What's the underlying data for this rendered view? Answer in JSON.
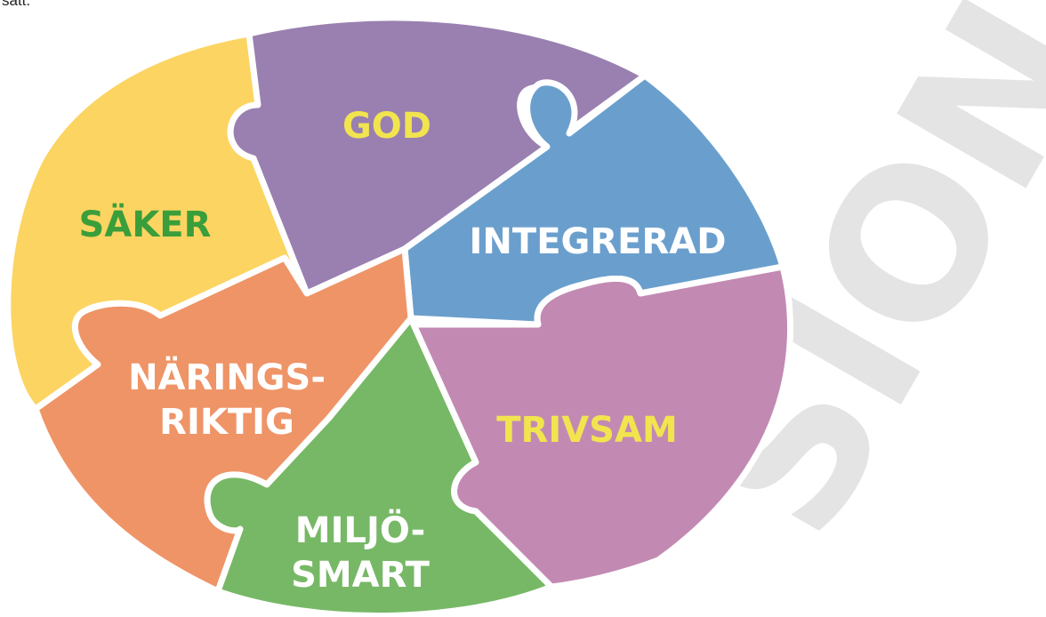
{
  "top_text": "sätt.",
  "watermark": "SION",
  "pieces": [
    {
      "id": "saker",
      "label": "SÄKER",
      "color": "#fcd462",
      "text_color": "#3a9e3a"
    },
    {
      "id": "god",
      "label": "GOD",
      "color": "#9a80b0",
      "text_color": "#f2e44f"
    },
    {
      "id": "integrerad",
      "label": "INTEGRERAD",
      "color": "#6a9fcd",
      "text_color": "#ffffff"
    },
    {
      "id": "naringsriktig",
      "label_line1": "NÄRINGS-",
      "label_line2": "RIKTIG",
      "color": "#ef9467",
      "text_color": "#ffffff"
    },
    {
      "id": "miljosmart",
      "label_line1": "MILJÖ-",
      "label_line2": "SMART",
      "color": "#77b866",
      "text_color": "#ffffff"
    },
    {
      "id": "trivsam",
      "label": "TRIVSAM",
      "color": "#c28ab3",
      "text_color": "#f2e44f"
    }
  ]
}
